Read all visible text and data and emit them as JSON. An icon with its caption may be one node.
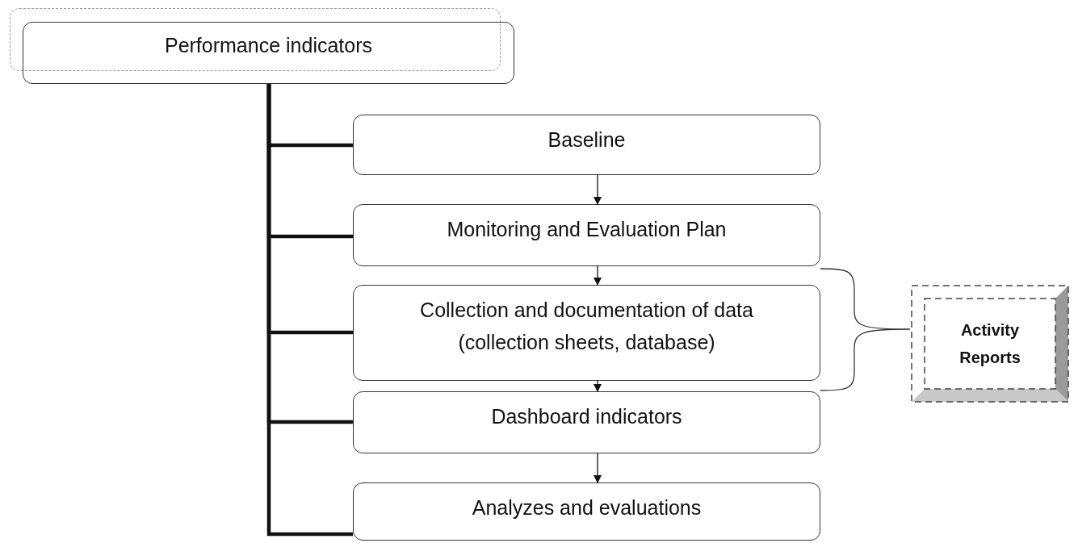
{
  "diagram": {
    "nodes": [
      {
        "text": [
          "Performance indicators"
        ]
      },
      {
        "text": [
          "Baseline"
        ]
      },
      {
        "text": [
          "Monitoring and Evaluation Plan"
        ]
      },
      {
        "text": [
          "Collection and documentation of data (collection sheets, database)"
        ]
      },
      {
        "text": [
          "Dashboard indicators"
        ]
      },
      {
        "text": [
          "Analyzes and evaluations"
        ]
      },
      {
        "text": [
          "Activity Reports"
        ]
      }
    ],
    "edges": [
      {
        "from": 0,
        "to": 1,
        "arrow": "none"
      },
      {
        "from": 0,
        "to": 2,
        "arrow": "none"
      },
      {
        "from": 0,
        "to": 3,
        "arrow": "none"
      },
      {
        "from": 0,
        "to": 4,
        "arrow": "none"
      },
      {
        "from": 0,
        "to": 5,
        "arrow": "none"
      },
      {
        "from": 1,
        "to": 2,
        "arrow": "to"
      },
      {
        "from": 2,
        "to": 3,
        "arrow": "to"
      },
      {
        "from": 3,
        "to": 4,
        "arrow": "to"
      },
      {
        "from": 4,
        "to": 5,
        "arrow": "to"
      }
    ]
  }
}
